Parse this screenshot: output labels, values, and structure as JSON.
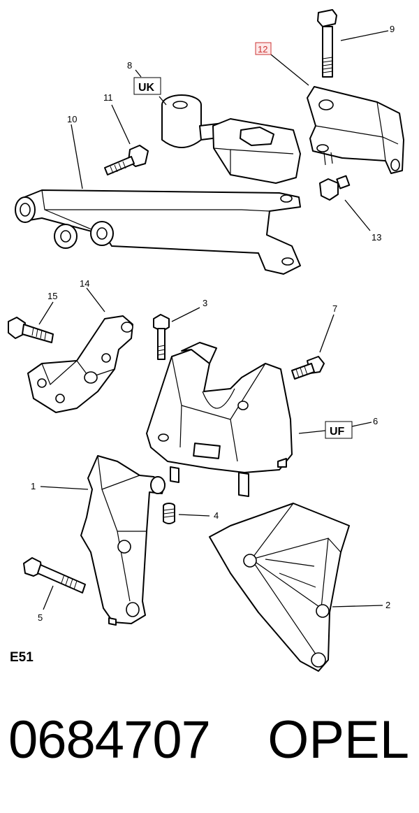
{
  "diagram": {
    "callouts": {
      "c1": "1",
      "c2": "2",
      "c3": "3",
      "c4": "4",
      "c5": "5",
      "c6": "6",
      "c7": "7",
      "c8": "8",
      "c9": "9",
      "c10": "10",
      "c11": "11",
      "c12": "12",
      "c13": "13",
      "c14": "14",
      "c15": "15"
    },
    "tags": {
      "uk": "UK",
      "uf": "UF"
    },
    "highlight_color": "#cc3333",
    "figure_code": "E51"
  },
  "footer": {
    "part_number": "0684707",
    "brand": "OPEL"
  }
}
